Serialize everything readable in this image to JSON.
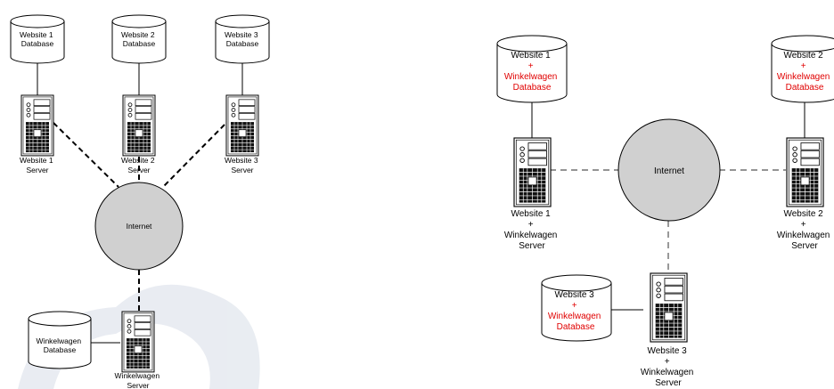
{
  "colors": {
    "line": "#000000",
    "internet_fill": "#d0d0d0",
    "highlight_text": "#e00000",
    "watermark": "#cfd6e3"
  },
  "left": {
    "databases": [
      {
        "id": "db1",
        "lines": [
          "Website 1",
          "Database"
        ]
      },
      {
        "id": "db2",
        "lines": [
          "Website 2",
          "Database"
        ]
      },
      {
        "id": "db3",
        "lines": [
          "Website 3",
          "Database"
        ]
      },
      {
        "id": "dbw",
        "lines": [
          "Winkelwagen",
          "Database"
        ]
      }
    ],
    "servers": [
      {
        "id": "s1",
        "lines": [
          "Website 1",
          "Server"
        ]
      },
      {
        "id": "s2",
        "lines": [
          "Website 2",
          "Server"
        ]
      },
      {
        "id": "s3",
        "lines": [
          "Website 3",
          "Server"
        ]
      },
      {
        "id": "sw",
        "lines": [
          "Winkelwagen",
          "Server"
        ]
      }
    ],
    "internet_label": "Internet"
  },
  "right": {
    "databases": [
      {
        "id": "rdb1",
        "lines": [
          "Website 1",
          "+",
          "Winkelwagen",
          "Database"
        ],
        "red_from": 1
      },
      {
        "id": "rdb2",
        "lines": [
          "Website 2",
          "+",
          "Winkelwagen",
          "Database"
        ],
        "red_from": 1
      },
      {
        "id": "rdb3",
        "lines": [
          "Website 3",
          "+",
          "Winkelwagen",
          "Database"
        ],
        "red_from": 1
      }
    ],
    "servers": [
      {
        "id": "rs1",
        "lines": [
          "Website 1",
          "+",
          "Winkelwagen",
          "Server"
        ]
      },
      {
        "id": "rs2",
        "lines": [
          "Website 2",
          "+",
          "Winkelwagen",
          "Server"
        ]
      },
      {
        "id": "rs3",
        "lines": [
          "Website 3",
          "+",
          "Winkelwagen",
          "Server"
        ]
      }
    ],
    "internet_label": "Internet"
  }
}
